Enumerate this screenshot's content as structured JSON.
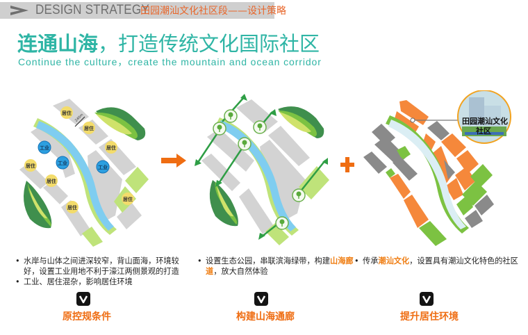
{
  "header": {
    "icon": "chevron-right-icon",
    "title_en": "DESIGN STRATEGY",
    "title_cn": "田园潮汕文化社区段——设计策略"
  },
  "headline": {
    "bold_part": "连通山海",
    "rest_part": "，打造传统文化国际社区",
    "subtitle_en": "Continue the  culture，create the mountain and ocean corridor"
  },
  "diagrams": {
    "existing": {
      "dimension_label": "240m",
      "residential_label": "居住",
      "industrial_label": "工业"
    },
    "corridor": {
      "node_icon": "tree-icon"
    },
    "culture": {
      "callout_label_line1": "田园潮汕文化",
      "callout_label_line2": "社区"
    }
  },
  "connectors": {
    "arrow_icon": "arrow-right-icon",
    "plus_icon": "plus-icon"
  },
  "columns": [
    {
      "bullets": [
        {
          "text": "水岸与山体之间进深较窄，背山面海，环境较好，设置工业用地不利于濠江两侧景观的打造"
        },
        {
          "text": "工业、居住混杂，影响居住环境"
        }
      ],
      "check_icon": "check-box-icon",
      "label": "原控规条件"
    },
    {
      "bullets": [
        {
          "pre": "设置生态公园，串联滨海绿带，构建",
          "highlight": "山海廊道",
          "post": "，放大自然体验"
        }
      ],
      "check_icon": "check-box-icon",
      "label": "构建山海通廊"
    },
    {
      "bullets": [
        {
          "pre": "传承",
          "highlight": "潮汕文化",
          "post": "，设置具有潮汕文化特色的社区"
        }
      ],
      "check_icon": "check-box-icon",
      "label": "提升居住环境"
    }
  ],
  "colors": {
    "accent_teal": "#2fb5a5",
    "accent_orange": "#ef6d12",
    "header_orange": "#e8662a",
    "header_bg": "#cfcfcf",
    "river_blue": "#7fcdf0",
    "block_gray": "#d3d3d3",
    "green_light": "#bfe37a",
    "green_mid": "#7cc242",
    "green_dark": "#3f8f4d",
    "culture_orange": "#f5883b",
    "culture_gray": "#8a8a8a",
    "residential_yellow": "#f3dc6b",
    "industrial_blue": "#2c9fe0"
  }
}
